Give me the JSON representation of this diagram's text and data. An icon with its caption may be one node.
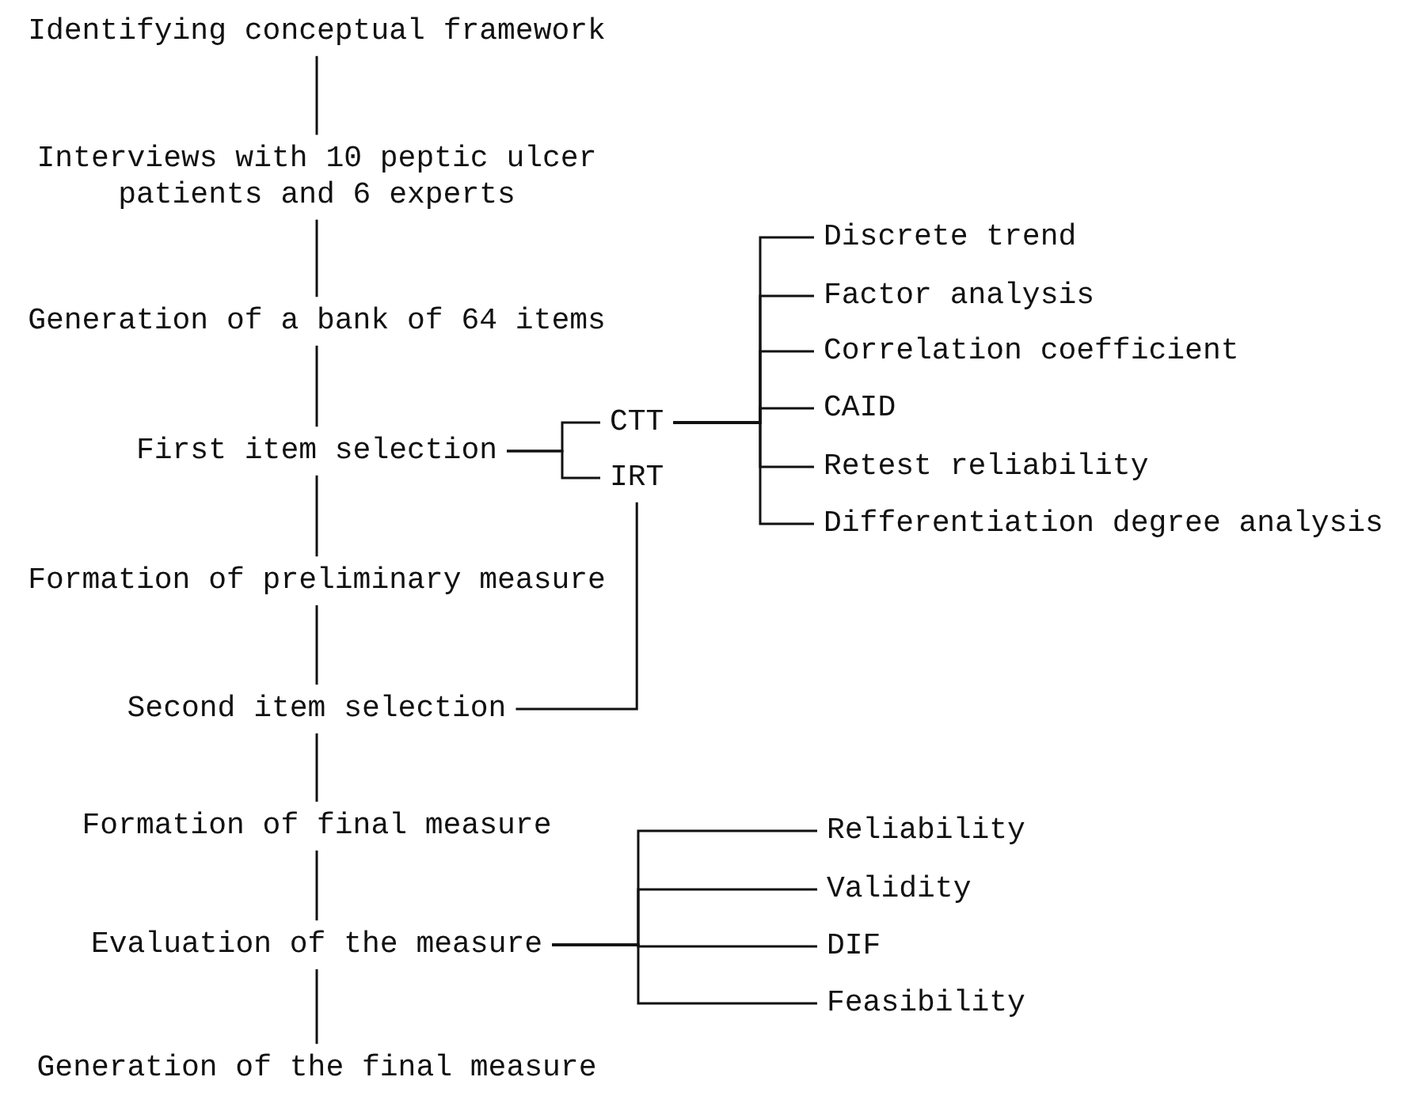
{
  "diagram": {
    "nodes": [
      {
        "text": [
          "Identifying conceptual framework"
        ]
      },
      {
        "text": [
          "Interviews with 10 peptic ulcer patients and 6 experts"
        ]
      },
      {
        "text": [
          "Generation of a bank of 64 items"
        ]
      },
      {
        "text": [
          "First item selection"
        ]
      },
      {
        "text": [
          "CTT"
        ]
      },
      {
        "text": [
          "IRT"
        ]
      },
      {
        "text": [
          "Formation of preliminary measure"
        ]
      },
      {
        "text": [
          "Second item selection"
        ]
      },
      {
        "text": [
          "Formation of final measure"
        ]
      },
      {
        "text": [
          "Evaluation of the measure"
        ]
      },
      {
        "text": [
          "Generation of the final measure"
        ]
      },
      {
        "text": [
          "Discrete trend"
        ]
      },
      {
        "text": [
          "Factor analysis"
        ]
      },
      {
        "text": [
          "Correlation coefficient"
        ]
      },
      {
        "text": [
          "CAID"
        ]
      },
      {
        "text": [
          "Retest reliability"
        ]
      },
      {
        "text": [
          "Differentiation degree analysis"
        ]
      },
      {
        "text": [
          "Reliability"
        ]
      },
      {
        "text": [
          "Validity"
        ]
      },
      {
        "text": [
          "DIF"
        ]
      },
      {
        "text": [
          "Feasibility"
        ]
      }
    ],
    "edges": [
      {
        "from": 0,
        "to": 1,
        "arrow": "none"
      },
      {
        "from": 1,
        "to": 2,
        "arrow": "none"
      },
      {
        "from": 2,
        "to": 3,
        "arrow": "none"
      },
      {
        "from": 3,
        "to": 6,
        "arrow": "none"
      },
      {
        "from": 6,
        "to": 7,
        "arrow": "none"
      },
      {
        "from": 7,
        "to": 8,
        "arrow": "none"
      },
      {
        "from": 8,
        "to": 9,
        "arrow": "none"
      },
      {
        "from": 9,
        "to": 10,
        "arrow": "none"
      },
      {
        "from": 3,
        "to": 4,
        "arrow": "none"
      },
      {
        "from": 3,
        "to": 5,
        "arrow": "none"
      },
      {
        "from": 4,
        "to": 11,
        "arrow": "none"
      },
      {
        "from": 4,
        "to": 12,
        "arrow": "none"
      },
      {
        "from": 4,
        "to": 13,
        "arrow": "none"
      },
      {
        "from": 4,
        "to": 14,
        "arrow": "none"
      },
      {
        "from": 4,
        "to": 15,
        "arrow": "none"
      },
      {
        "from": 4,
        "to": 16,
        "arrow": "none"
      },
      {
        "from": 7,
        "to": 5,
        "arrow": "none"
      },
      {
        "from": 9,
        "to": 17,
        "arrow": "none"
      },
      {
        "from": 9,
        "to": 18,
        "arrow": "none"
      },
      {
        "from": 9,
        "to": 19,
        "arrow": "none"
      },
      {
        "from": 9,
        "to": 20,
        "arrow": "none"
      }
    ]
  }
}
